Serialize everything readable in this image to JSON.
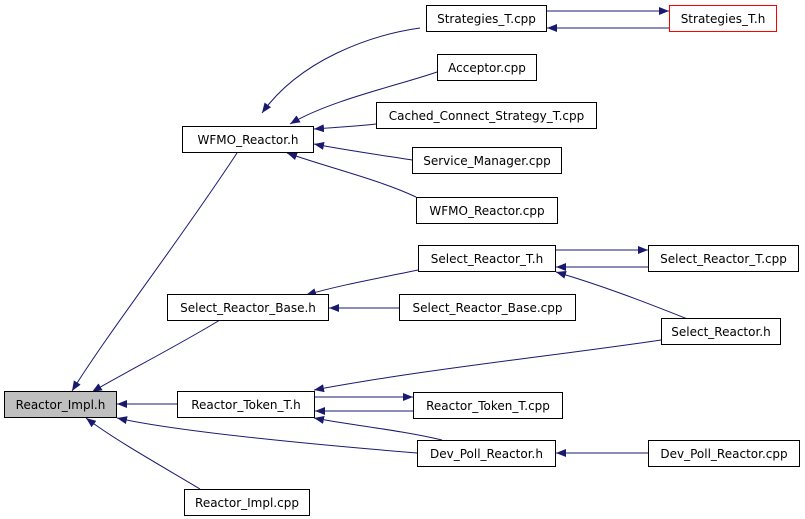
{
  "colors": {
    "edge": "#191970",
    "root_fill": "#bfbfbf",
    "node_border": "#000000",
    "external_border": "#ff0000"
  },
  "nodes": {
    "reactor_impl_h": "Reactor_Impl.h",
    "wfmo_reactor_h": "WFMO_Reactor.h",
    "strategies_t_cpp": "Strategies_T.cpp",
    "strategies_t_h": "Strategies_T.h",
    "acceptor_cpp": "Acceptor.cpp",
    "cached_connect_strategy_t_cpp": "Cached_Connect_Strategy_T.cpp",
    "service_manager_cpp": "Service_Manager.cpp",
    "wfmo_reactor_cpp": "WFMO_Reactor.cpp",
    "select_reactor_t_h": "Select_Reactor_T.h",
    "select_reactor_t_cpp": "Select_Reactor_T.cpp",
    "select_reactor_base_h": "Select_Reactor_Base.h",
    "select_reactor_base_cpp": "Select_Reactor_Base.cpp",
    "select_reactor_h": "Select_Reactor.h",
    "reactor_token_t_h": "Reactor_Token_T.h",
    "reactor_token_t_cpp": "Reactor_Token_T.cpp",
    "dev_poll_reactor_h": "Dev_Poll_Reactor.h",
    "dev_poll_reactor_cpp": "Dev_Poll_Reactor.cpp",
    "reactor_impl_cpp": "Reactor_Impl.cpp"
  }
}
